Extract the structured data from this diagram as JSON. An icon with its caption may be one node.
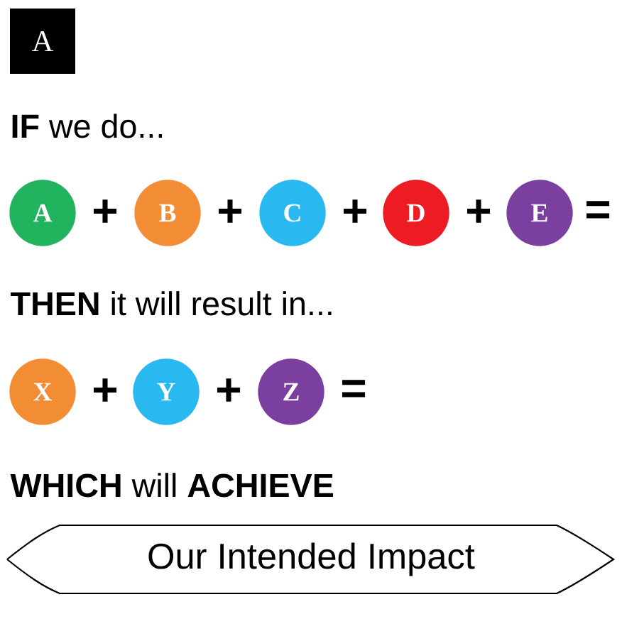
{
  "diagram": {
    "nodes": [
      {
        "text": [
          "A"
        ]
      },
      {
        "text": [
          "A"
        ]
      },
      {
        "text": [
          "B"
        ]
      },
      {
        "text": [
          "C"
        ]
      },
      {
        "text": [
          "D"
        ]
      },
      {
        "text": [
          "E"
        ]
      },
      {
        "text": [
          "X"
        ]
      },
      {
        "text": [
          "Y"
        ]
      },
      {
        "text": [
          "Z"
        ]
      },
      {
        "text": [
          "Our Intended Impact"
        ]
      }
    ],
    "labels": [
      "**IF** we do...",
      "+",
      "+",
      "+",
      "+",
      "=",
      "**THEN** it will result in...",
      "+",
      "+",
      "=",
      "**WHICH** will **ACHIEVE**"
    ]
  }
}
